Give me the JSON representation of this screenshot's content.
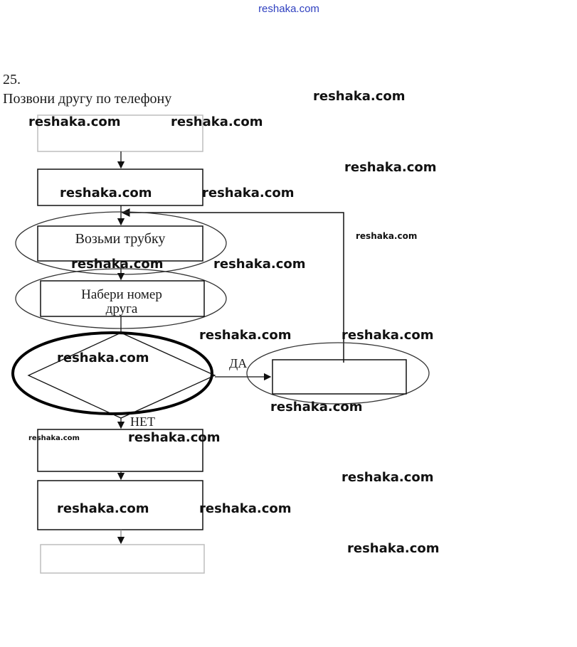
{
  "site_watermark_top": "reshaka.com",
  "task_number": "25.",
  "task_title": "Позвони другу по телефону",
  "flowchart": {
    "step_take_handset": "Возьми трубку",
    "step_dial_line1": "Набери номер",
    "step_dial_line2": "друга",
    "branch_yes": "ДА",
    "branch_no": "НЕТ"
  },
  "watermarks": [
    "reshaka.com",
    "reshaka.com",
    "reshaka.com",
    "reshaka.com",
    "reshaka.com",
    "reshaka.com",
    "reshaka.com",
    "reshaka.com",
    "reshaka.com",
    "reshaka.com",
    "reshaka.com",
    "reshaka.com",
    "reshaka.com",
    "reshaka.com",
    "reshaka.com",
    "reshaka.com",
    "reshaka.com",
    "reshaka.com"
  ],
  "colors": {
    "line": "#111111",
    "faint": "#c8c8c8",
    "top_watermark": "#2e3fbf"
  }
}
